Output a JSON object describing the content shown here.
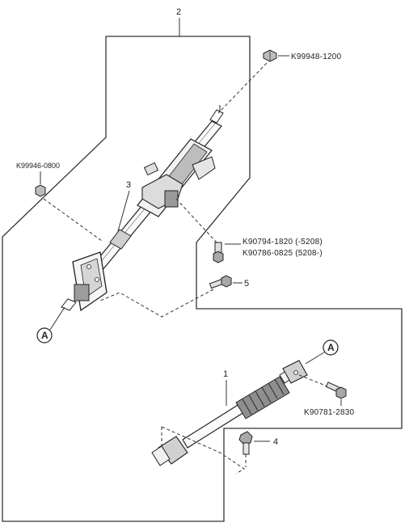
{
  "diagram": {
    "callouts": {
      "c1": "1",
      "c2": "2",
      "c3": "3",
      "c4": "4",
      "c5": "5"
    },
    "part_codes": {
      "top_nut": "K99948-1200",
      "left_nut": "K99946-0800",
      "bolt_a_line1": "K90794-1820 (-5208)",
      "bolt_a_line2": "K90786-0825 (5208-)",
      "joint_bolt": "K90781-2830"
    },
    "reference_markers": {
      "left": "A",
      "right": "A"
    }
  }
}
